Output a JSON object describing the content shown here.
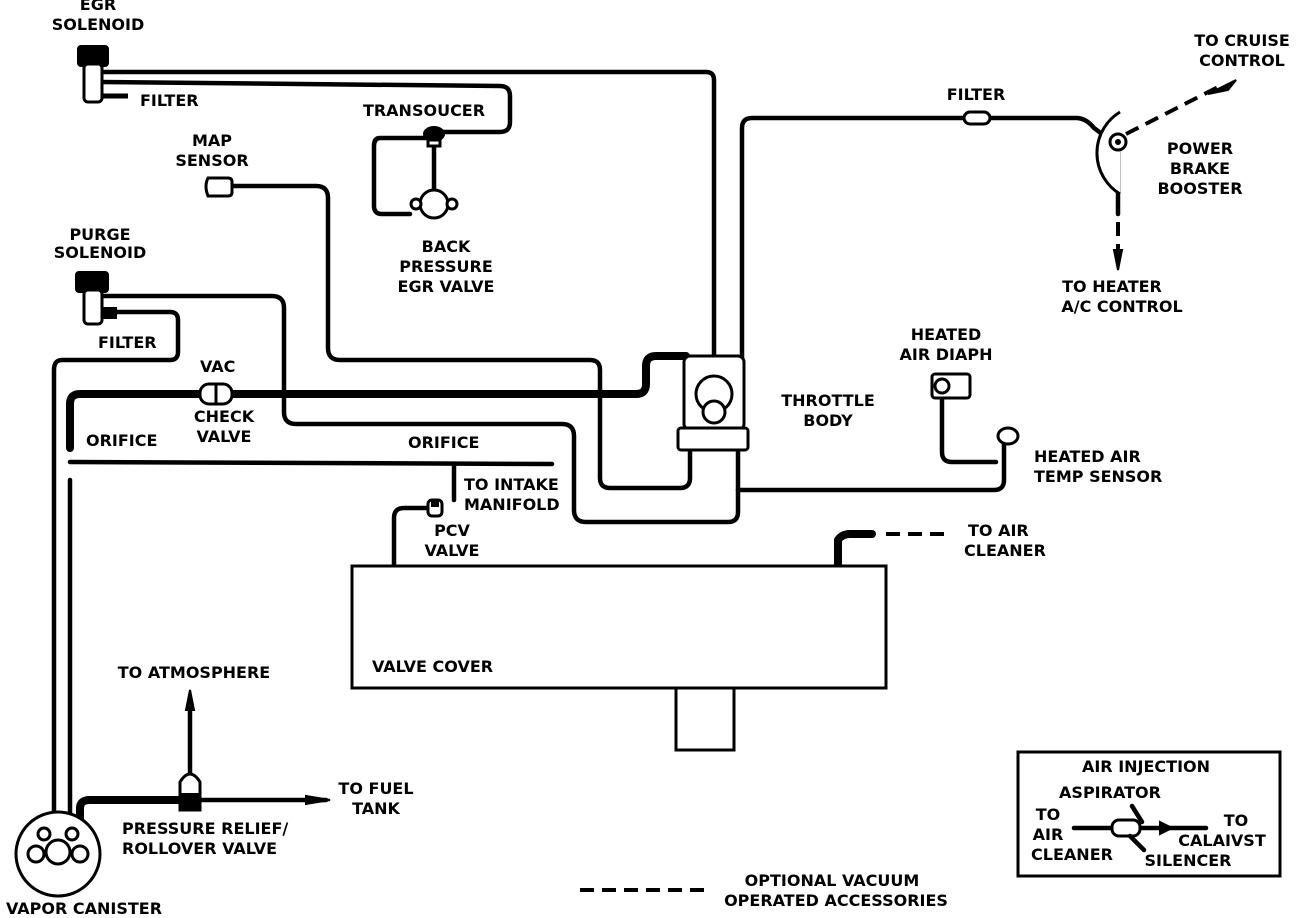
{
  "labels": {
    "egr_solenoid": [
      "EGR",
      "SOLENOID"
    ],
    "egr_filter": "FILTER",
    "map_sensor": [
      "MAP",
      "SENSOR"
    ],
    "transducer": "TRANSOUCER",
    "back_pressure_egr_valve": [
      "BACK",
      "PRESSURE",
      "EGR VALVE"
    ],
    "purge_solenoid": [
      "PURGE",
      "SOLENOID"
    ],
    "purge_filter": "FILTER",
    "vac": "VAC",
    "check_valve": [
      "CHECK",
      "VALVE"
    ],
    "orifice_left": "ORIFICE",
    "orifice_right": "ORIFICE",
    "to_intake_manifold": [
      "TO INTAKE",
      "MANIFOLD"
    ],
    "pcv_valve": [
      "PCV",
      "VALVE"
    ],
    "throttle_body": [
      "THROTTLE",
      "BODY"
    ],
    "heated_air_diaph": [
      "HEATED",
      "AIR DIAPH"
    ],
    "heated_air_temp_sensor": [
      "HEATED AIR",
      "TEMP SENSOR"
    ],
    "to_air_cleaner": [
      "TO AIR",
      "CLEANER"
    ],
    "booster_filter": "FILTER",
    "to_cruise_control": [
      "TO CRUISE",
      "CONTROL"
    ],
    "power_brake_booster": [
      "POWER",
      "BRAKE",
      "BOOSTER"
    ],
    "to_heater_ac_control": [
      "TO HEATER",
      "A/C CONTROL"
    ],
    "valve_cover": "VALVE COVER",
    "to_atmosphere": "TO ATMOSPHERE",
    "to_fuel_tank": [
      "TO FUEL",
      "TANK"
    ],
    "pressure_relief_rollover_valve": [
      "PRESSURE RELIEF/",
      "ROLLOVER VALVE"
    ],
    "vapor_canister": "VAPOR CANISTER",
    "optional_accessories": [
      "OPTIONAL VACUUM",
      "OPERATED ACCESSORIES"
    ]
  },
  "inset": {
    "title": "AIR INJECTION",
    "aspirator": "ASPIRATOR",
    "to_air_cleaner": [
      "TO",
      "AIR",
      "CLEANER"
    ],
    "to_catalyst": [
      "TO",
      "CALAIVST"
    ],
    "silencer": "SILENCER"
  }
}
